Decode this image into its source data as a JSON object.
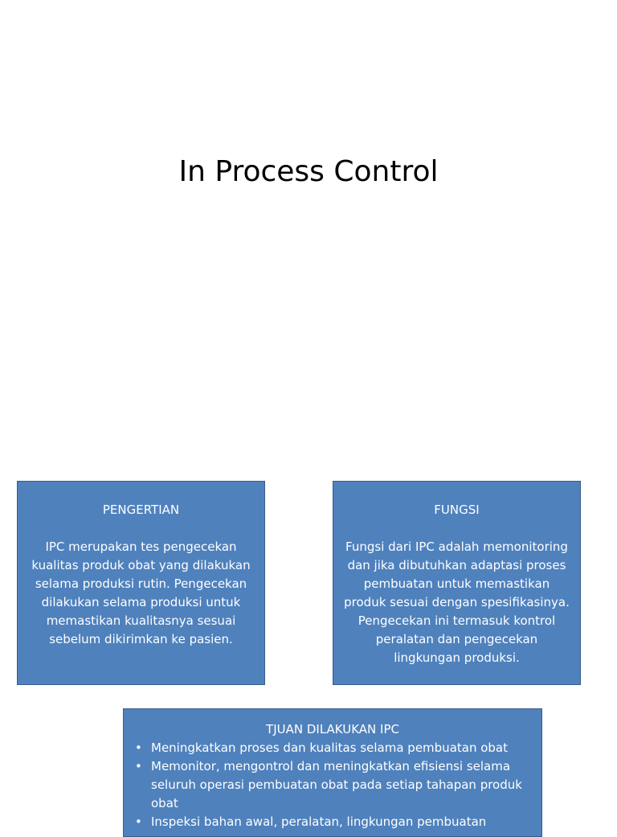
{
  "slide": {
    "title": "In Process Control"
  },
  "cards": [
    {
      "heading": "PENGERTIAN",
      "body": "IPC merupakan tes pengecekan kualitas produk obat yang dilakukan selama produksi rutin. Pengecekan dilakukan selama produksi untuk memastikan kualitasnya sesuai sebelum dikirimkan ke pasien."
    },
    {
      "heading": "FUNGSI",
      "body": "Fungsi dari IPC adalah memonitoring dan jika dibutuhkan adaptasi proses pembuatan untuk memastikan produk sesuai dengan spesifikasinya. Pengecekan ini termasuk kontrol peralatan dan pengecekan lingkungan produksi."
    }
  ],
  "goals": {
    "heading": "TJUAN DILAKUKAN IPC",
    "bullet_glyph": "•",
    "items": [
      "Meningkatkan proses dan kualitas selama pembuatan obat",
      "Memonitor, mengontrol dan meningkatkan efisiensi selama seluruh operasi pembuatan obat pada setiap tahapan produk obat",
      "Inspeksi bahan awal, peralatan, lingkungan pembuatan"
    ]
  },
  "colors": {
    "card_fill": "#4f81bd",
    "card_border": "#385d8a",
    "card_text": "#ffffff",
    "title_text": "#000000",
    "background": "#ffffff"
  }
}
